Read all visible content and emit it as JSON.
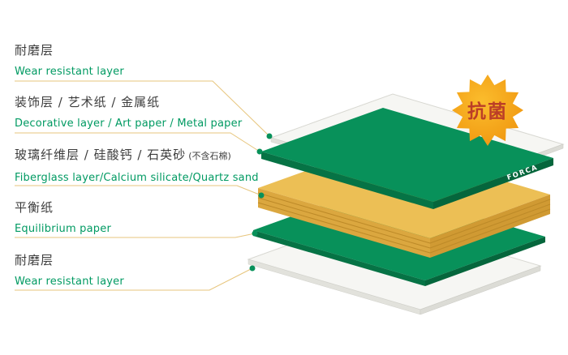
{
  "labels": [
    {
      "zh": "耐磨层",
      "en": "Wear resistant layer"
    },
    {
      "zh": "装饰层 / 艺术纸 / 金属纸",
      "en": "Decorative layer / Art paper / Metal paper"
    },
    {
      "zh": "玻璃纤维层 / 硅酸钙 / 石英砂",
      "zh_note": "(不含石棉)",
      "en": "Fiberglass layer/Calcium silicate/Quartz sand"
    },
    {
      "zh": "平衡纸",
      "en": "Equilibrium paper"
    },
    {
      "zh": "耐磨层",
      "en": "Wear resistant layer"
    }
  ],
  "badge": {
    "label": "抗菌"
  },
  "brand": {
    "label": "FORCA"
  },
  "colors": {
    "label_zh": "#3d3d3d",
    "label_en": "#009a62",
    "leader_line": "#e7c57c",
    "layer_dot": "#08915a",
    "green_layer": "#08915a",
    "green_layer_front": "#067345",
    "yellow_core": "#ecbf55",
    "yellow_core_front": "#d09a33",
    "white_sheet": "#f6f6f3",
    "badge_fill": "#f6a414",
    "badge_text": "#bb3e27",
    "brand_text": "#ffffff"
  }
}
